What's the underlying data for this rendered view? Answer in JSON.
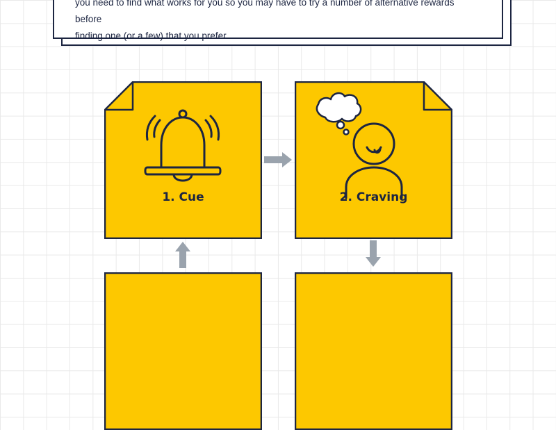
{
  "intro_card": {
    "line1": "you need to find what works for you so you may have to try a number of alternative rewards before",
    "line2": "finding one (or a few) that you prefer."
  },
  "habit_loop": {
    "steps": [
      {
        "label": "1. Cue",
        "icon": "bell-icon"
      },
      {
        "label": "2. Craving",
        "icon": "person-thinking-icon"
      }
    ]
  },
  "colors": {
    "note_fill": "#fdc800",
    "outline": "#1c2541",
    "arrow": "#9aa3ad"
  }
}
